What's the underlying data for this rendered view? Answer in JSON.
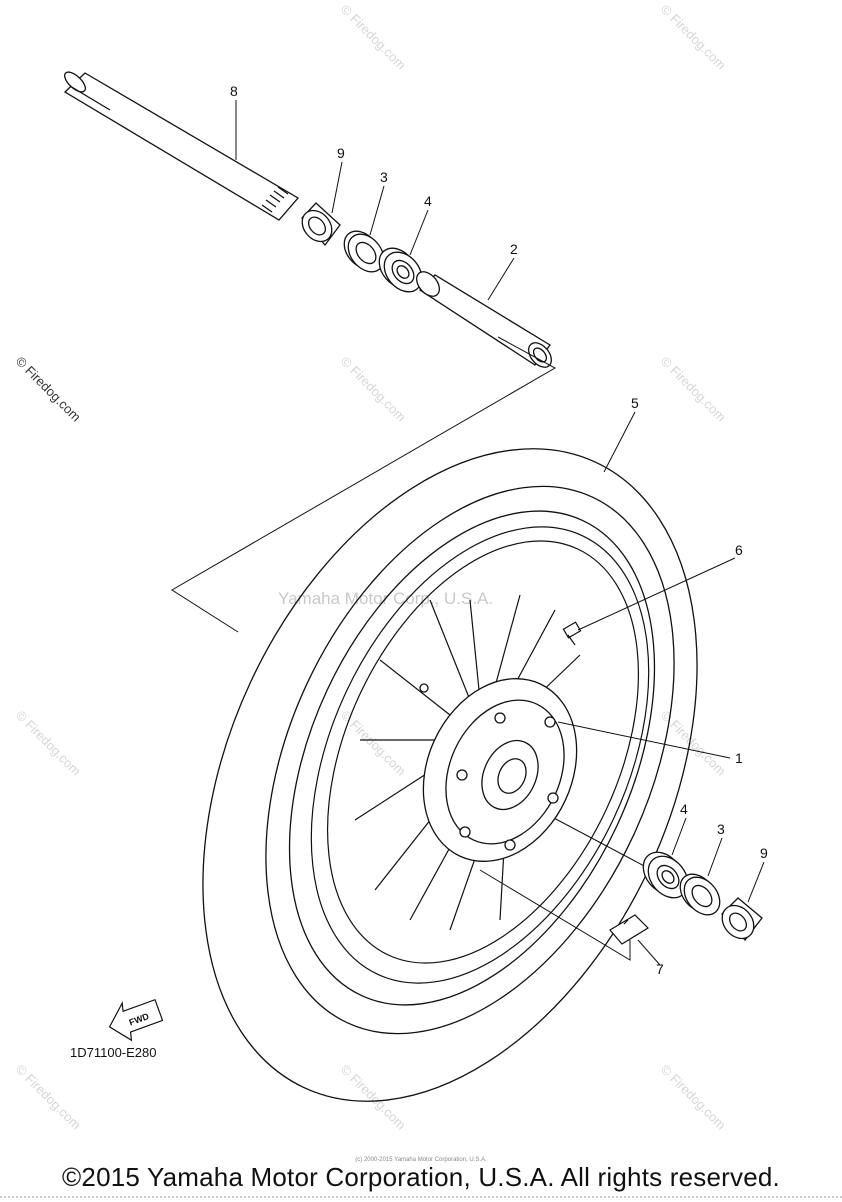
{
  "callouts": {
    "p1": "1",
    "p2": "2",
    "p3a": "3",
    "p3b": "3",
    "p4a": "4",
    "p4b": "4",
    "p5": "5",
    "p6": "6",
    "p7": "7",
    "p8": "8",
    "p9a": "9",
    "p9b": "9"
  },
  "watermark": "© Firedog.com",
  "center_watermark": "Yamaha Motor Corp., U.S.A.",
  "fwd_label": "FWD",
  "part_code": "1D71100-E280",
  "small_copyright": "(c) 2000-2015 Yamaha Motor Corporation, U.S.A.",
  "copyright": "©2015 Yamaha Motor Corporation, U.S.A. All rights reserved."
}
